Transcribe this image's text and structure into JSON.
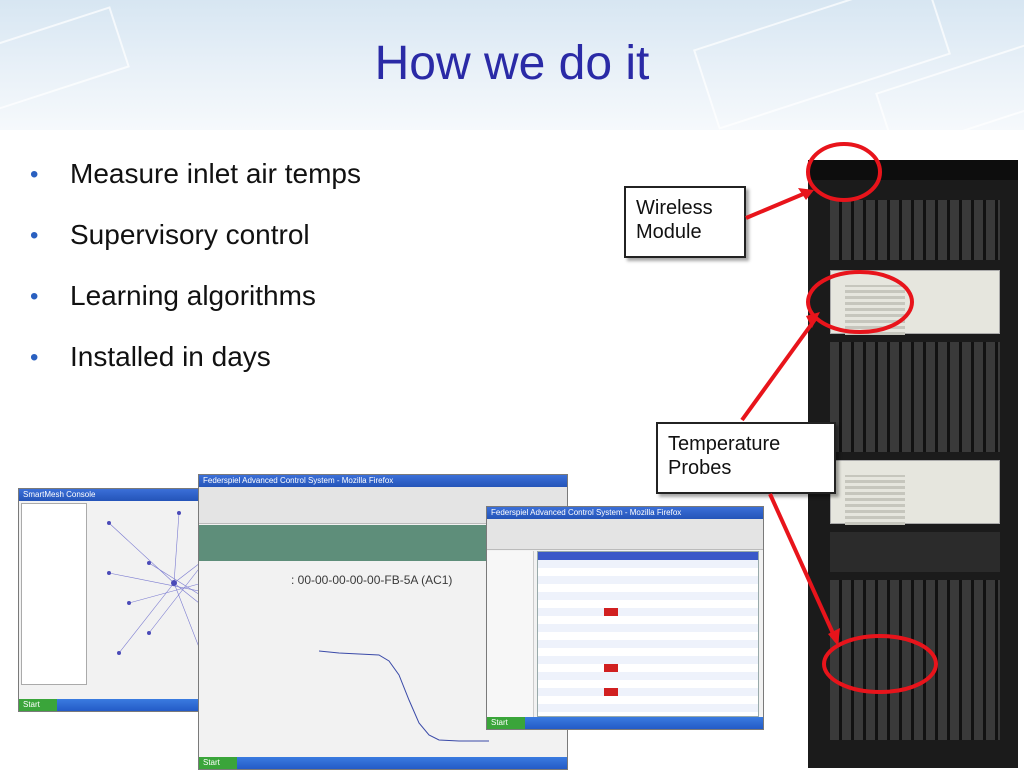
{
  "slide": {
    "title": "How we do it",
    "bullets": [
      "Measure inlet air temps",
      "Supervisory control",
      "Learning algorithms",
      "Installed in days"
    ]
  },
  "callouts": {
    "wireless": {
      "line1": "Wireless",
      "line2": "Module"
    },
    "temperature": {
      "line1": "Temperature",
      "line2": "Probes"
    }
  },
  "screenshots": {
    "smartmesh": {
      "title": "SmartMesh Console"
    },
    "firefox": {
      "title": "Federspiel Advanced Control System - Mozilla Firefox",
      "heading": ": 00-00-00-00-00-FB-5A (AC1)"
    },
    "table_window": {
      "title": "Federspiel Advanced Control System - Mozilla Firefox"
    }
  },
  "colors": {
    "title": "#2a2aa6",
    "bullet": "#2a60c0",
    "annotation": "#e8141b"
  }
}
